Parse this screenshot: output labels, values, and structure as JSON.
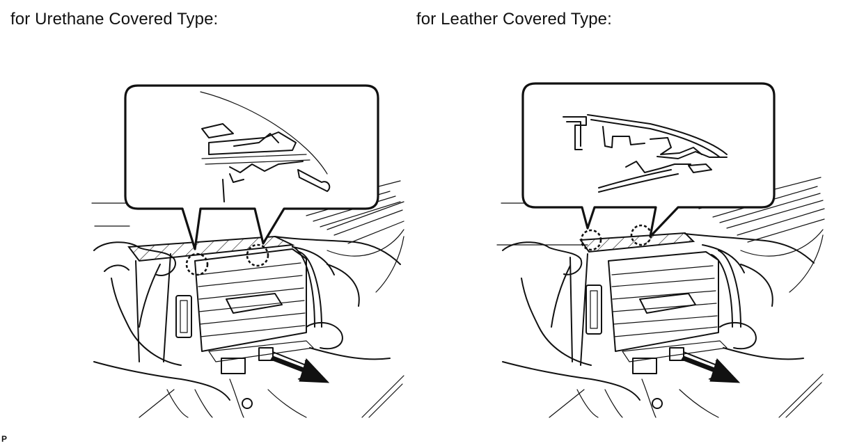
{
  "captions": {
    "left": "for Urethane Covered Type:",
    "right": "for Leather Covered Type:"
  },
  "figure_code": "P",
  "panels": [
    {
      "variant": "urethane",
      "callout_points": 2,
      "pull_direction": "arrow-down-right"
    },
    {
      "variant": "leather",
      "callout_points": 2,
      "pull_direction": "arrow-down-right"
    }
  ]
}
